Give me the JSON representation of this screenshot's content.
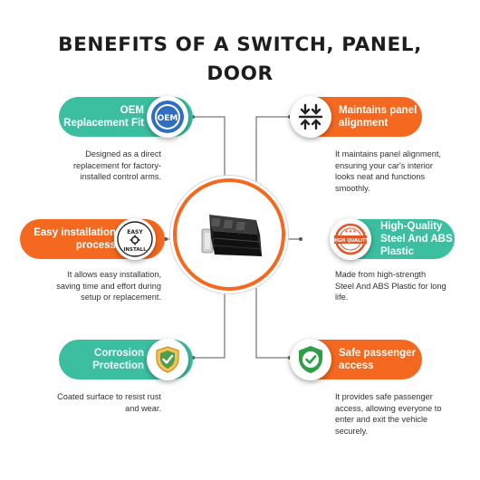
{
  "title": "BENEFITS OF A SWITCH, PANEL,\nDOOR",
  "colors": {
    "accent_orange": "#f4691f",
    "accent_teal": "#3cbea0",
    "connector": "#555555",
    "text": "#333333"
  },
  "benefits": [
    {
      "label": "OEM\nReplacement Fit",
      "icon": "oem-badge-icon",
      "description": "Designed as a direct\nreplacement for factory-\ninstalled control arms."
    },
    {
      "label": "Maintains panel\nalignment",
      "icon": "alignment-arrows-icon",
      "description": "It maintains panel alignment,\nensuring your car's interior\nlooks neat and functions\nsmoothly."
    },
    {
      "label": "Easy installation\nprocess",
      "icon": "easy-install-badge-icon",
      "badge_text": [
        "EASY",
        "INSTALL"
      ],
      "description": "It allows easy installation,\nsaving time and effort during\nsetup or replacement."
    },
    {
      "label": "High-Quality\nSteel And ABS\nPlastic",
      "icon": "high-quality-stamp-icon",
      "badge_text": [
        "HIGH QUALITY"
      ],
      "description": "Made from high-strength\nSteel And ABS Plastic for long\nlife."
    },
    {
      "label": "Corrosion\nProtection",
      "icon": "shield-check-icon",
      "description": "Coated surface to resist rust\nand wear."
    },
    {
      "label": "Safe passenger\naccess",
      "icon": "green-shield-check-icon",
      "description": "It provides safe passenger\naccess, allowing everyone to\nenter and exit the vehicle\nsecurely."
    }
  ],
  "center_image": "door-switch-product"
}
